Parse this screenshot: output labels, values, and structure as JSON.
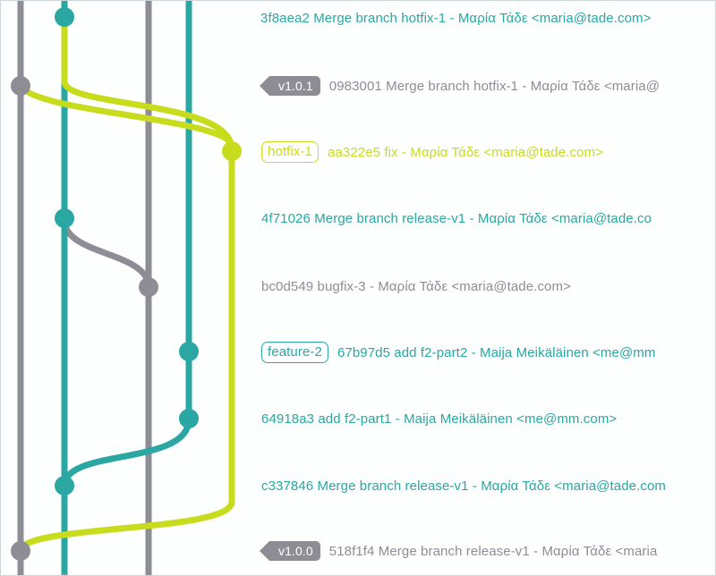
{
  "colors": {
    "teal": "#2aa7a2",
    "gray": "#8e8d96",
    "yellow": "#c8dc1e"
  },
  "commits": [
    {
      "hash": "3f8aea2",
      "message": "Merge branch hotfix-1",
      "author": "Μαρία Τάδε",
      "email": "<maria@tade.com>",
      "color": "#2aa7a2",
      "tag": null,
      "tag_type": null
    },
    {
      "hash": "0983001",
      "message": "Merge branch hotfix-1",
      "author": "Μαρία Τάδε",
      "email": "<maria@",
      "color": "#8e8d96",
      "tag": "v1.0.1",
      "tag_type": "version"
    },
    {
      "hash": "aa322e5",
      "message": "fix",
      "author": "Μαρία Τάδε",
      "email": "<maria@tade.com>",
      "color": "#c8dc1e",
      "tag": "hotfix-1",
      "tag_type": "branch"
    },
    {
      "hash": "4f71026",
      "message": "Merge branch release-v1",
      "author": "Μαρία Τάδε",
      "email": "<maria@tade.co",
      "color": "#2aa7a2",
      "tag": null,
      "tag_type": null
    },
    {
      "hash": "bc0d549",
      "message": "bugfix-3",
      "author": "Μαρία Τάδε",
      "email": "<maria@tade.com>",
      "color": "#8e8d96",
      "tag": null,
      "tag_type": null
    },
    {
      "hash": "67b97d5",
      "message": "add f2-part2",
      "author": "Maija Meikäläinen",
      "email": "<me@mm",
      "color": "#2aa7a2",
      "tag": "feature-2",
      "tag_type": "branch"
    },
    {
      "hash": "64918a3",
      "message": "add f2-part1",
      "author": "Maija Meikäläinen",
      "email": "<me@mm.com>",
      "color": "#2aa7a2",
      "tag": null,
      "tag_type": null
    },
    {
      "hash": "c337846",
      "message": "Merge branch release-v1",
      "author": "Μαρία Τάδε",
      "email": "<maria@tade.com",
      "color": "#2aa7a2",
      "tag": null,
      "tag_type": null
    },
    {
      "hash": "518f1f4",
      "message": "Merge branch release-v1",
      "author": "Μαρία Τάδε",
      "email": "<maria",
      "color": "#8e8d96",
      "tag": "v1.0.0",
      "tag_type": "version"
    }
  ]
}
